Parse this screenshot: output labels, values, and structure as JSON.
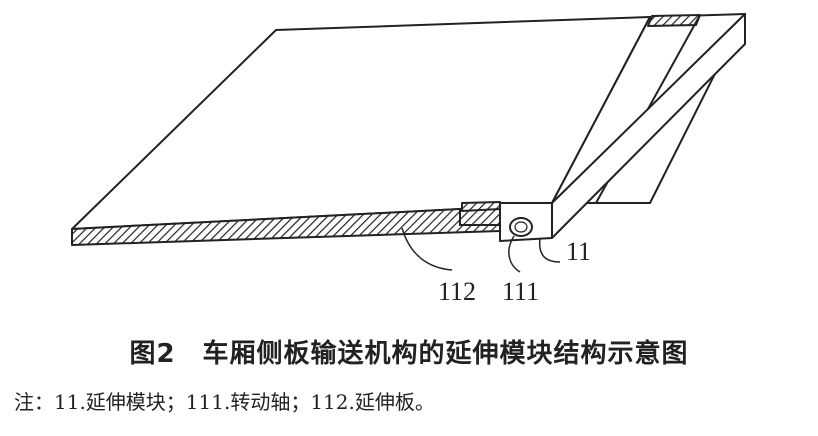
{
  "figure": {
    "labels": {
      "part_11": "11",
      "part_112": "112",
      "part_111": "111"
    }
  },
  "caption": {
    "title": "图2　车厢侧板输送机构的延伸模块结构示意图",
    "note": "注：11.延伸模块；111.转动轴；112.延伸板。"
  }
}
